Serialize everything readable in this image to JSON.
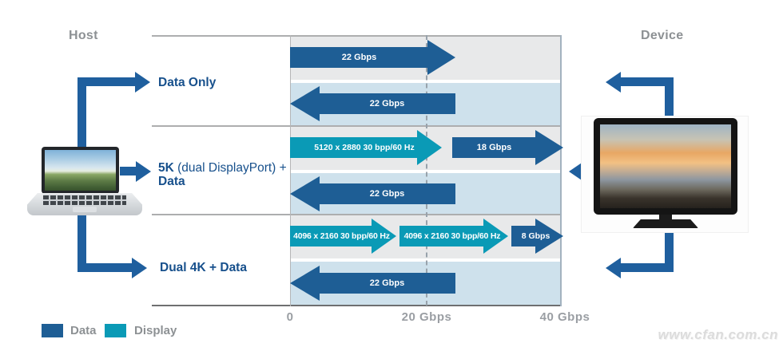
{
  "header": {
    "host": "Host",
    "device": "Device"
  },
  "scenarios": {
    "row1": "Data Only",
    "row2_bold": "5K",
    "row2_rest": " (dual DisplayPort) +",
    "row2_line2": "Data",
    "row3": "Dual 4K + Data"
  },
  "axis": {
    "t0": "0",
    "t20": "20 Gbps",
    "t40": "40 Gbps"
  },
  "legend": {
    "data": "Data",
    "display": "Display"
  },
  "colors": {
    "data": "#1e5e95",
    "display": "#0a9ab6",
    "band_gray": "#e8e9ea",
    "band_blue": "#cee1ec"
  },
  "watermark": "www.cfan.com.cn",
  "chart_data": {
    "type": "bar",
    "title": "",
    "unit": "Gbps",
    "xlim": [
      0,
      40
    ],
    "axis_ticks": [
      "0",
      "20 Gbps",
      "40 Gbps"
    ],
    "legend_entries": [
      "Data",
      "Display"
    ],
    "rows": [
      {
        "scenario": "Data Only",
        "host_to_device": [
          {
            "kind": "Data",
            "label": "22 Gbps",
            "gbps": 22
          }
        ],
        "device_to_host": [
          {
            "kind": "Data",
            "label": "22 Gbps",
            "gbps": 22
          }
        ]
      },
      {
        "scenario": "5K (dual DisplayPort) + Data",
        "host_to_device": [
          {
            "kind": "Display",
            "label": "5120 x 2880 30 bpp/60 Hz",
            "gbps": 22
          },
          {
            "kind": "Data",
            "label": "18 Gbps",
            "gbps": 18
          }
        ],
        "device_to_host": [
          {
            "kind": "Data",
            "label": "22 Gbps",
            "gbps": 22
          }
        ]
      },
      {
        "scenario": "Dual 4K + Data",
        "host_to_device": [
          {
            "kind": "Display",
            "label": "4096 x 2160 30 bpp/60 Hz",
            "gbps": 16
          },
          {
            "kind": "Display",
            "label": "4096 x 2160 30 bpp/60 Hz",
            "gbps": 16
          },
          {
            "kind": "Data",
            "label": "8 Gbps",
            "gbps": 8
          }
        ],
        "device_to_host": [
          {
            "kind": "Data",
            "label": "22 Gbps",
            "gbps": 22
          }
        ]
      }
    ]
  }
}
